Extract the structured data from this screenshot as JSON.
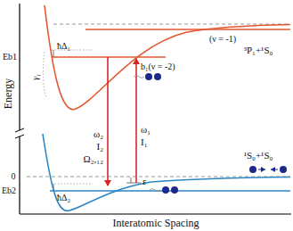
{
  "diagram": {
    "labels": [
      "Energy",
      "Interatomic Spacing",
      "³P₁+¹S₀",
      "¹S₀+¹S₀",
      "Eb1",
      "Eb2",
      "0",
      "ħΔ₁",
      "ħΔ₂",
      "(ν = -1)",
      "b₁(ν = -2)",
      "γ₁",
      "ω₂",
      "I₂",
      "Ω₂,₁₂",
      "ω₁",
      "I₁",
      "ε"
    ]
  }
}
